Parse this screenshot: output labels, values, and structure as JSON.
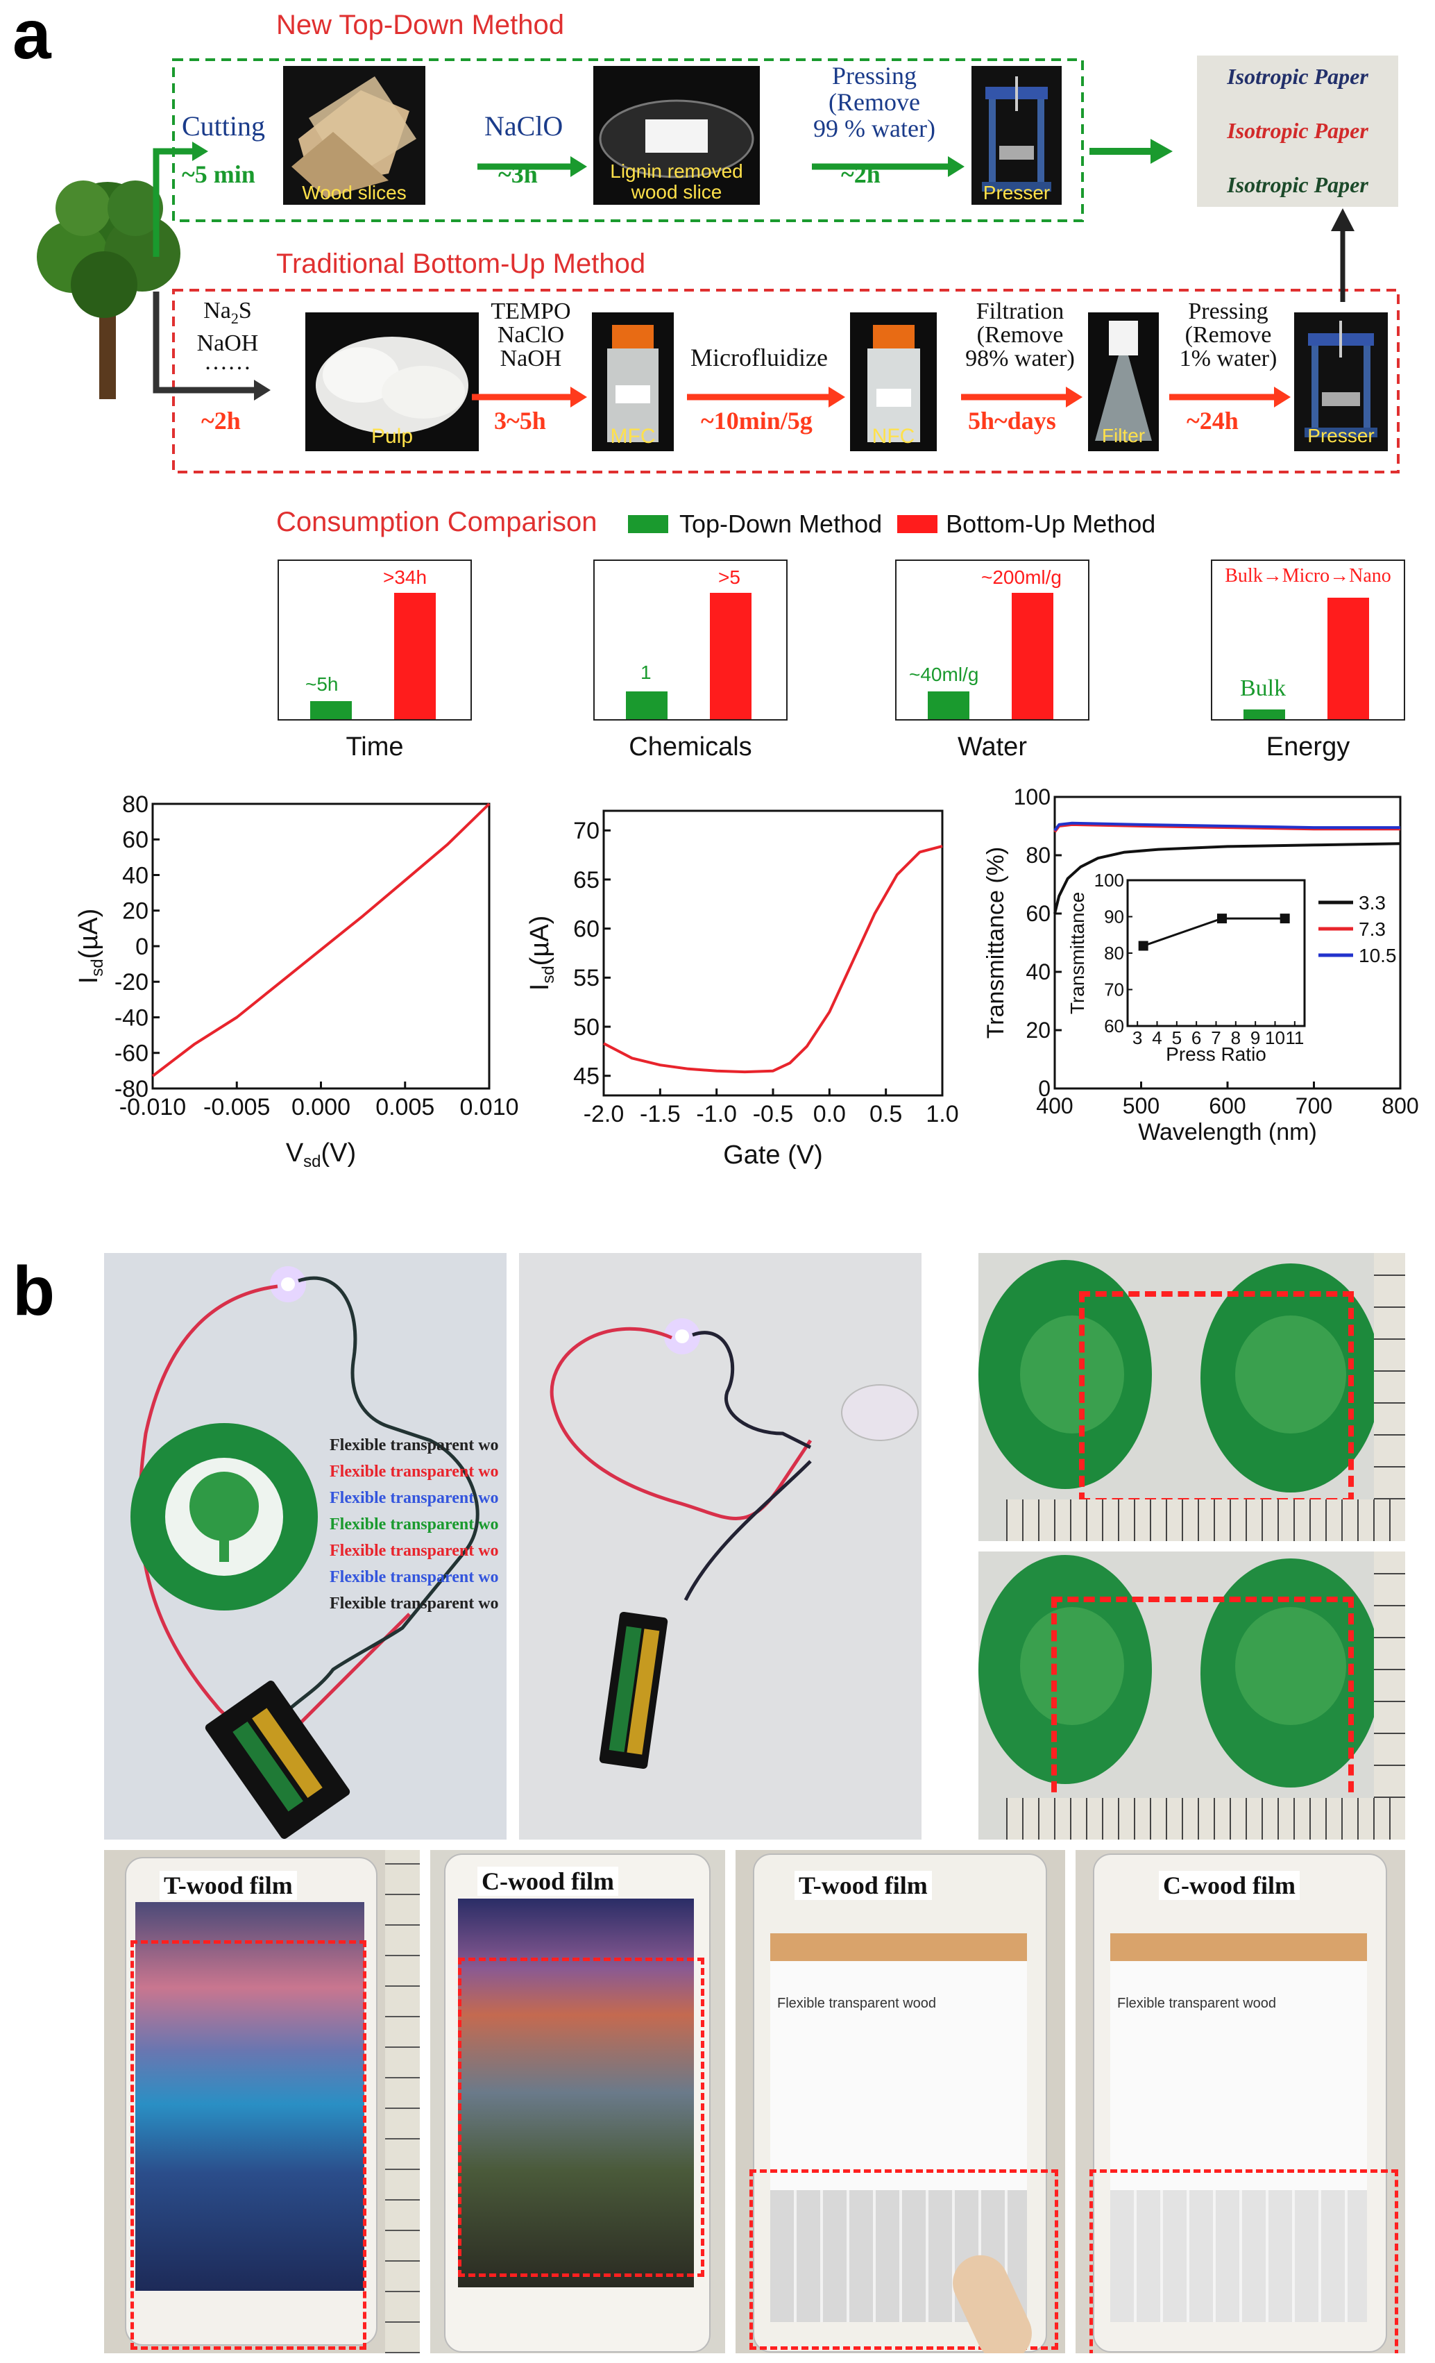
{
  "panel_labels": {
    "a": "a",
    "b": "b"
  },
  "top_down": {
    "title": "New Top-Down Method",
    "steps": [
      {
        "label": "Cutting",
        "time": "~5 min"
      },
      {
        "label": "NaClO",
        "time": "~3h"
      },
      {
        "label_lines": [
          "Pressing",
          "(Remove",
          "99 % water)"
        ],
        "time": "~2h"
      }
    ],
    "photos": [
      "Wood slices",
      "Lignin removed",
      "wood slice",
      "Presser"
    ]
  },
  "isotropic": [
    "Isotropic Paper",
    "Isotropic Paper",
    "Isotropic Paper"
  ],
  "bottom_up": {
    "title": "Traditional Bottom-Up Method",
    "steps": [
      {
        "lines": [
          "Na",
          "2",
          "S",
          "NaOH",
          "……"
        ],
        "time": "~2h"
      },
      {
        "lines": [
          "TEMPO",
          "NaClO",
          "NaOH"
        ],
        "time": "3~5h"
      },
      {
        "lines": [
          "Microfluidize"
        ],
        "time": "~10min/5g"
      },
      {
        "lines": [
          "Filtration",
          "(Remove",
          "98% water)"
        ],
        "time": "5h~days"
      },
      {
        "lines": [
          "Pressing",
          "(Remove",
          "1% water)"
        ],
        "time": "~24h"
      }
    ],
    "photos": [
      "Pulp",
      "MFC",
      "NFC",
      "Filter",
      "Presser"
    ]
  },
  "consumption": {
    "title": "Consumption Comparison",
    "legend": [
      "Top-Down Method",
      "Bottom-Up Method"
    ],
    "colors": {
      "top_down": "#1a9a2e",
      "bottom_up": "#ff1c1c"
    },
    "panels": [
      {
        "name": "Time",
        "top_label": "~5h",
        "bottom_label": ">34h"
      },
      {
        "name": "Chemicals",
        "top_label": "1",
        "bottom_label": ">5"
      },
      {
        "name": "Water",
        "top_label": "~40ml/g",
        "bottom_label": "~200ml/g"
      },
      {
        "name": "Energy",
        "top_label": "Bulk",
        "bottom_label": "Bulk→Micro→Nano"
      }
    ]
  },
  "chart_data": [
    {
      "type": "line",
      "xlabel": "V",
      "xlabel_sub": "sd",
      "xlabel_unit": "(V)",
      "ylabel": "I",
      "ylabel_sub": "sd",
      "ylabel_unit": "(µA)",
      "xlim": [
        -0.01,
        0.01
      ],
      "ylim": [
        -80,
        80
      ],
      "xticks": [
        "-0.010",
        "-0.005",
        "0.000",
        "0.005",
        "0.010"
      ],
      "yticks": [
        "80",
        "60",
        "40",
        "20",
        "0",
        "-20",
        "-40",
        "-60",
        "-80"
      ],
      "series": [
        {
          "color": "#e8242c",
          "x": [
            -0.01,
            -0.0075,
            -0.005,
            -0.0025,
            0.0,
            0.0025,
            0.005,
            0.0075,
            0.01
          ],
          "y": [
            -73,
            -55,
            -40,
            -21,
            -2,
            17,
            37,
            57,
            80
          ]
        }
      ]
    },
    {
      "type": "line",
      "xlabel": "Gate (V)",
      "ylabel": "I",
      "ylabel_sub": "sd",
      "ylabel_unit": "(µA)",
      "xlim": [
        -2.0,
        1.0
      ],
      "ylim": [
        43,
        72
      ],
      "xticks": [
        "-2.0",
        "-1.5",
        "-1.0",
        "-0.5",
        "0.0",
        "0.5",
        "1.0"
      ],
      "yticks": [
        "70",
        "65",
        "60",
        "55",
        "50",
        "45"
      ],
      "series": [
        {
          "color": "#e8242c",
          "x": [
            -2.0,
            -1.75,
            -1.5,
            -1.25,
            -1.0,
            -0.75,
            -0.5,
            -0.35,
            -0.2,
            0.0,
            0.2,
            0.4,
            0.6,
            0.8,
            1.0
          ],
          "y": [
            48.3,
            46.8,
            46.1,
            45.7,
            45.5,
            45.4,
            45.5,
            46.3,
            48.0,
            51.5,
            56.5,
            61.5,
            65.5,
            67.8,
            68.4
          ]
        }
      ]
    },
    {
      "type": "line",
      "xlabel": "Wavelength (nm)",
      "ylabel": "Transmittance (%)",
      "xlim": [
        400,
        800
      ],
      "ylim": [
        0,
        100
      ],
      "xticks": [
        "400",
        "500",
        "600",
        "700",
        "800"
      ],
      "yticks": [
        "100",
        "80",
        "60",
        "40",
        "20",
        "0"
      ],
      "legend": [
        "3.3",
        "7.3",
        "10.5"
      ],
      "series": [
        {
          "name": "3.3",
          "color": "#111111",
          "x": [
            400,
            405,
            415,
            430,
            450,
            480,
            520,
            600,
            700,
            800
          ],
          "y": [
            60,
            66,
            72,
            76,
            79,
            81,
            82,
            83,
            83.5,
            84
          ]
        },
        {
          "name": "7.3",
          "color": "#e8242c",
          "x": [
            400,
            405,
            420,
            500,
            600,
            700,
            800
          ],
          "y": [
            88,
            90,
            90.5,
            90,
            89.5,
            89,
            89
          ]
        },
        {
          "name": "10.5",
          "color": "#2233cc",
          "x": [
            400,
            405,
            420,
            500,
            600,
            700,
            800
          ],
          "y": [
            88.5,
            90.5,
            91,
            90.5,
            90,
            89.5,
            89.5
          ]
        }
      ],
      "inset": {
        "type": "line",
        "xlabel": "Press Ratio",
        "ylabel": "Transmittance",
        "xlim": [
          2.5,
          11.5
        ],
        "ylim": [
          60,
          100
        ],
        "xticks": [
          "3",
          "4",
          "5",
          "6",
          "7",
          "8",
          "9",
          "10",
          "11"
        ],
        "yticks": [
          "100",
          "90",
          "80",
          "70",
          "60"
        ],
        "x": [
          3.3,
          7.3,
          10.5
        ],
        "y": [
          82,
          89.5,
          89.5
        ]
      }
    }
  ],
  "photos_b": {
    "text_lines": [
      "Flexible transparent wo",
      "Flexible transparent wo",
      "Flexible transparent wo",
      "Flexible transparent wo",
      "Flexible transparent wo",
      "Flexible transparent wo",
      "Flexible transparent wo"
    ],
    "text_colors": [
      "#222222",
      "#e8242c",
      "#3355dd",
      "#1a9a2e",
      "#e8242c",
      "#3355dd",
      "#222222"
    ],
    "phone_labels": [
      "T-wood film",
      "C-wood film",
      "T-wood film",
      "C-wood film"
    ],
    "phone_text": "Flexible transparent wood"
  }
}
